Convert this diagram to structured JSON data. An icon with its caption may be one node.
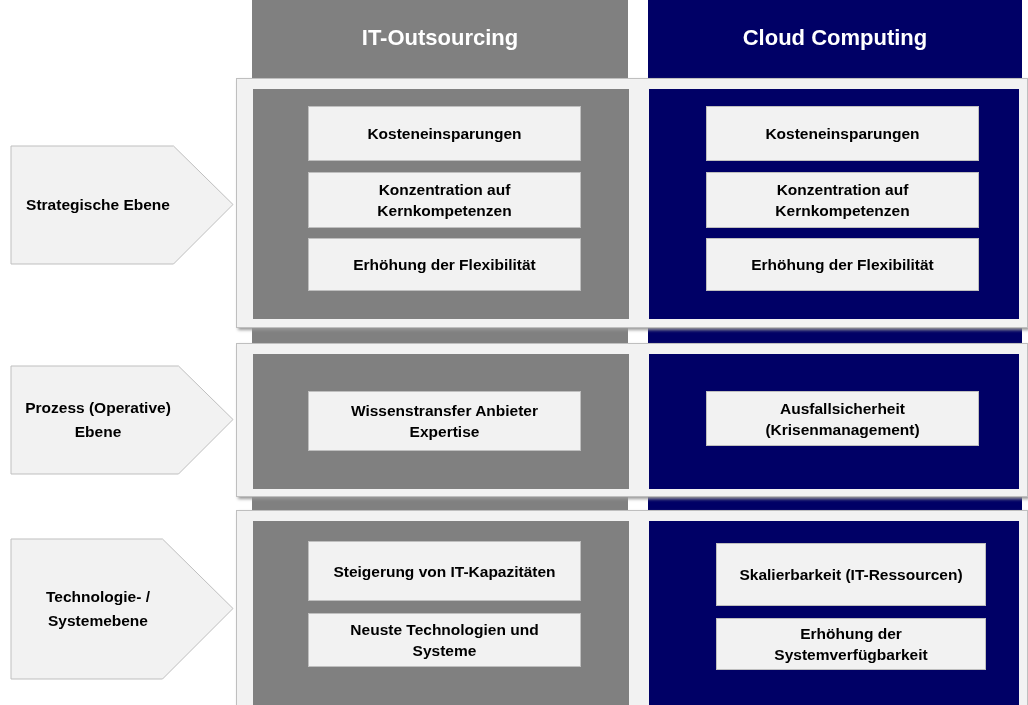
{
  "diagram": {
    "nodes": [
      {
        "text": [
          "IT-Outsourcing"
        ]
      },
      {
        "text": [
          "Cloud Computing"
        ]
      },
      {
        "text": [],
        "shape": "box"
      },
      {
        "text": [
          "Strategische Ebene"
        ]
      },
      {
        "text": [],
        "shape": "box",
        "in": 2
      },
      {
        "text": [
          "Kosteneinsparungen"
        ],
        "in": 4
      },
      {
        "text": [
          "Konzentration auf Kernkompetenzen"
        ],
        "in": 4
      },
      {
        "text": [
          "Erhöhung der Flexibilität"
        ],
        "in": 4
      },
      {
        "text": [],
        "shape": "box",
        "in": 2
      },
      {
        "text": [
          "Kosteneinsparungen"
        ],
        "in": 8
      },
      {
        "text": [
          "Konzentration auf Kernkompetenzen"
        ],
        "in": 8
      },
      {
        "text": [
          "Erhöhung der Flexibilität"
        ],
        "in": 8
      },
      {
        "text": [],
        "shape": "box"
      },
      {
        "text": [
          "Prozess (Operative) Ebene"
        ]
      },
      {
        "text": [],
        "shape": "box",
        "in": 12
      },
      {
        "text": [
          "Wissenstransfer Anbieter Expertise"
        ],
        "in": 14
      },
      {
        "text": [],
        "shape": "box",
        "in": 12
      },
      {
        "text": [
          "Ausfallsicherheit (Krisenmanagement)"
        ],
        "in": 16
      },
      {
        "text": [],
        "shape": "box"
      },
      {
        "text": [
          "Technologie- / Systemebene"
        ]
      },
      {
        "text": [],
        "shape": "box",
        "in": 18
      },
      {
        "text": [
          "Steigerung von IT-Kapazitäten"
        ],
        "in": 20
      },
      {
        "text": [
          "Neuste Technologien und Systeme"
        ],
        "in": 20
      },
      {
        "text": [],
        "shape": "box",
        "in": 18
      },
      {
        "text": [
          "Skalierbarkeit (IT-Ressourcen)"
        ],
        "in": 23
      },
      {
        "text": [
          "Erhöhung der Systemverfügbarkeit"
        ],
        "in": 23
      }
    ],
    "edges": []
  }
}
